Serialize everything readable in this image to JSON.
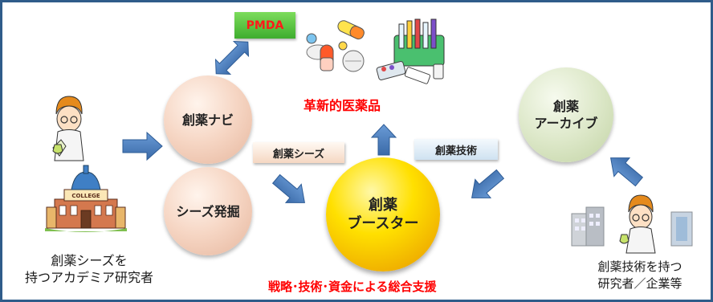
{
  "diagram": {
    "pmda_label": "PMDA",
    "result_label": "革新的医薬品",
    "navi_label": "創薬ナビ",
    "seeds_discovery_label": "シーズ発掘",
    "archive_label": "創薬\nアーカイブ",
    "booster_label": "創薬\nブースター",
    "seeds_tag": "創薬シーズ",
    "tech_tag": "創薬技術",
    "academia_caption": "創薬シーズを\n持つアカデミア研究者",
    "industry_caption": "創薬技術を持つ\n研究者／企業等",
    "support_caption": "戦略･技術･資金による総合支援",
    "college_sign": "COLLEGE",
    "colors": {
      "frame": "#2f5c8a",
      "arrow": "#4f81bd",
      "accent_red": "#ff0000",
      "booster_gold": "#ffd200",
      "pmda_green": "#4fc13a"
    }
  }
}
